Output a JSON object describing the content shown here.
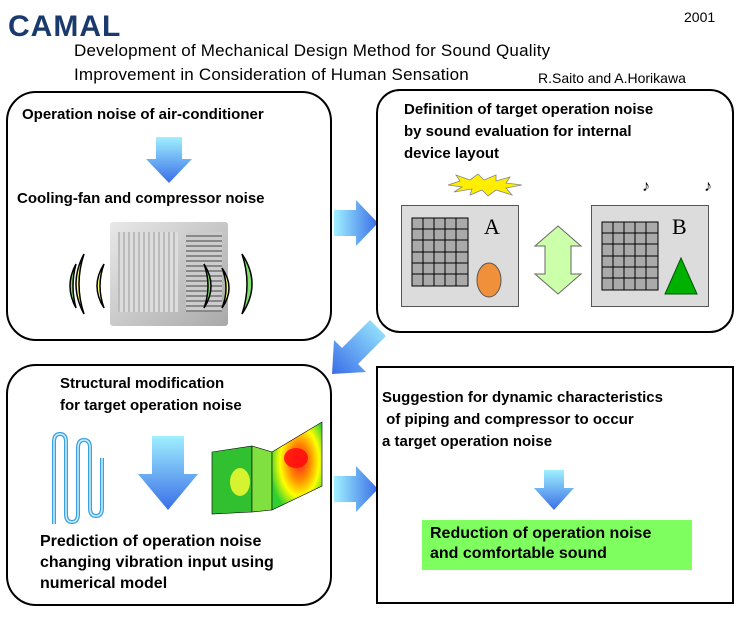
{
  "header": {
    "logo": "CAMAL",
    "year": "2001",
    "title_line1": "Development of Mechanical Design Method for Sound Quality",
    "title_line2": "Improvement in Consideration of Human Sensation",
    "authors": "R.Saito and A.Horikawa"
  },
  "panel1": {
    "heading": "Operation noise of air-conditioner",
    "sub": "Cooling-fan and compressor noise"
  },
  "panel2": {
    "line1": "Definition of target operation noise",
    "line2": "by sound evaluation for internal",
    "line3": "device layout",
    "label_a": "A",
    "label_b": "B",
    "note_glyph": "♪"
  },
  "panel3": {
    "line1": "Structural modification",
    "line2": "for target operation noise",
    "pred1": "Prediction of operation noise",
    "pred2": "changing vibration input using",
    "pred3": "numerical model"
  },
  "panel4": {
    "line1": "Suggestion for dynamic characteristics",
    "line2": " of piping and compressor to occur",
    "line3": "a target operation noise",
    "result1": "Reduction of operation noise",
    "result2": "and comfortable sound"
  },
  "colors": {
    "arrow_blue": "#3a6ee8",
    "arrow_cyan": "#9ff0ff",
    "light_green": "#ccffaa",
    "result_green": "#7fff5f",
    "orange": "#f0903a",
    "green_triangle": "#00b000"
  }
}
